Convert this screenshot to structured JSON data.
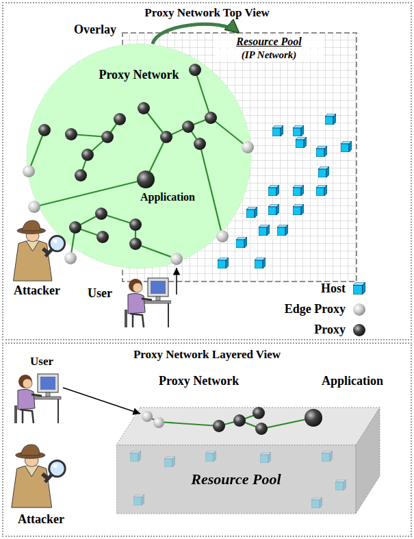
{
  "diagram": {
    "nodes": [
      {
        "text": [
          "Proxy Network Top View"
        ]
      },
      {
        "text": [
          "Resource Pool",
          "(IP Network)"
        ],
        "in": 0
      },
      {
        "text": [
          "Proxy Network"
        ],
        "in": 0
      },
      {
        "text": [
          "Proxy Network Layered View"
        ]
      },
      {
        "text": [
          "Resource Pool"
        ],
        "in": 3
      }
    ],
    "edges": [
      {
        "from": 2,
        "to": 1,
        "label": "Overlay",
        "arrow": "to"
      }
    ],
    "labels": [
      "Application",
      "Attacker",
      "User",
      "User",
      "Attacker",
      "Proxy Network",
      "Application"
    ],
    "legend": [
      {
        "text": "Host"
      },
      {
        "text": "Edge Proxy"
      },
      {
        "text": "Proxy"
      }
    ]
  }
}
